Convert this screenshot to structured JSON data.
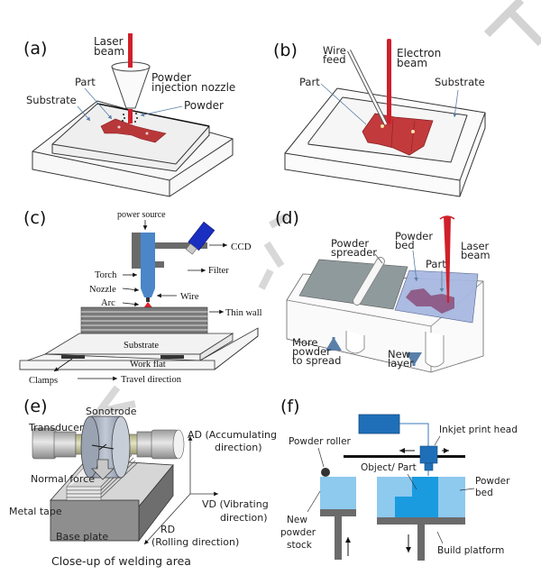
{
  "figure": {
    "title": "Metal additive manufacturing process schematics",
    "watermark_icon": "watermark-letters"
  },
  "panels": {
    "a": {
      "tag": "(a)",
      "labels": {
        "laser_1": "Laser",
        "laser_2": "beam",
        "nozzle_1": "Powder",
        "nozzle_2": "injection nozzle",
        "part": "Part",
        "substrate": "Substrate",
        "powder": "Powder"
      }
    },
    "b": {
      "tag": "(b)",
      "labels": {
        "wire_1": "Wire",
        "wire_2": "feed",
        "electron_1": "Electron",
        "electron_2": "beam",
        "part": "Part",
        "substrate": "Substrate"
      }
    },
    "c": {
      "tag": "(c)",
      "labels": {
        "power_source": "power source",
        "ccd": "CCD",
        "filter": "Filter",
        "torch": "Torch",
        "nozzle": "Nozzle",
        "wire": "Wire",
        "arc": "Arc",
        "thin_wall": "Thin wall",
        "substrate": "Substrate",
        "work_flat": "Work flat",
        "clamps": "Clamps",
        "travel": "Travel direction"
      }
    },
    "d": {
      "tag": "(d)",
      "labels": {
        "spreader_1": "Powder",
        "spreader_2": "spreader",
        "bed_1": "Powder",
        "bed_2": "bed",
        "part": "Part",
        "laser_1": "Laser",
        "laser_2": "beam",
        "more_1": "More",
        "more_2": "powder",
        "more_3": "to spread",
        "new_1": "New",
        "new_2": "layer"
      }
    },
    "e": {
      "tag": "(e)",
      "labels": {
        "sonotrode": "Sonotrode",
        "transducer": "Transducer",
        "normal_force": "Normal force",
        "metal_tape": "Metal tape",
        "base_plate": "Base plate",
        "ad_1": "AD (Accumulating",
        "ad_2": "direction)",
        "vd_1": "VD (Vibrating",
        "vd_2": "direction)",
        "rd_1": "RD",
        "rd_2": "(Rolling direction)",
        "caption": "Close-up of welding area"
      }
    },
    "f": {
      "tag": "(f)",
      "labels": {
        "inkjet": "Inkjet print head",
        "roller": "Powder roller",
        "object": "Object/ Part",
        "bed_1": "Powder",
        "bed_2": "bed",
        "stock_1": "New",
        "stock_2": "powder",
        "stock_3": "stock",
        "platform": "Build platform"
      }
    }
  },
  "colors": {
    "laser_red": "#d0202a",
    "part_red": "#b8383a",
    "torch_blue": "#4a86c8",
    "ccd_blue": "#1a2fc0",
    "powder_blue": "#8ec9ee",
    "object_blue": "#1a9be0",
    "head_blue": "#1f6fb8",
    "platform_gray": "#6b6b6b",
    "watermark_gray": "#cccccc"
  }
}
